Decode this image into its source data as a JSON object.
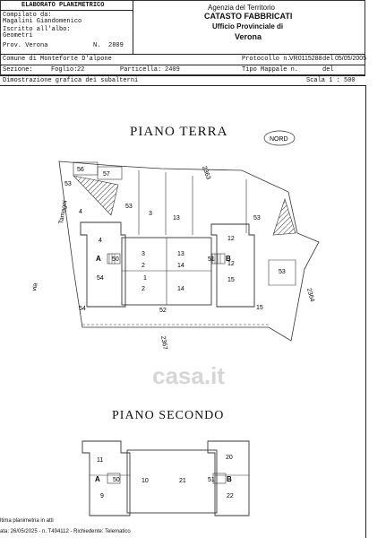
{
  "header": {
    "elaborato_title": "ELABORATO PLANIMETRICO",
    "compilato_label": "Compilato da:",
    "compilato_name": "Magalini Giandomenico",
    "iscritto_label": "Iscritto all'albo:",
    "iscritto_value": "Geometri",
    "prov_label": "Prov. Verona",
    "n_label": "N.",
    "n_value": "2809",
    "agency": "Agenzia del Territorio",
    "catasto": "CATASTO FABBRICATI",
    "ufficio": "Ufficio Provinciale di",
    "city": "Verona"
  },
  "info_row": {
    "comune": "Comune di Monteforte D'alpone",
    "protocollo_label": "Protocollo n.",
    "protocollo_value": "VR0115288",
    "del_label": "del",
    "del_value": "05/05/2005",
    "sezione_label": "Sezione:",
    "foglio_label": "Foglio:",
    "foglio_value": "22",
    "particella_label": "Particella:",
    "particella_value": "2409",
    "tipo_mappale_label": "Tipo Mappale n.",
    "del2_label": "del",
    "dimostrazione": "Dimostrazione grafica dei subalterni",
    "scala": "Scala 1 : 500"
  },
  "plan_ground": {
    "title": "PIANO TERRA",
    "north": "NORD",
    "street_via": "via",
    "street_tamagni": "Tamagni",
    "road_2363": "2363",
    "road_2364": "2364",
    "road_2367": "2367",
    "labels": [
      "56",
      "57",
      "53",
      "53",
      "3",
      "13",
      "53",
      "4",
      "4",
      "54",
      "12",
      "3",
      "13",
      "2",
      "14",
      "1",
      "2",
      "14",
      "12",
      "15",
      "15",
      "53",
      "54",
      "52",
      "A",
      "50",
      "51",
      "B"
    ]
  },
  "plan_second": {
    "title": "PIANO SECONDO",
    "labels": [
      "11",
      "20",
      "10",
      "21",
      "9",
      "22",
      "A",
      "50",
      "51",
      "B"
    ]
  },
  "footer": {
    "line1": "ltima planimetria in atti",
    "line2": "ata: 26/05/2025 - n. T494112 - Richiedente: Telematico"
  },
  "watermark": "casa.it"
}
